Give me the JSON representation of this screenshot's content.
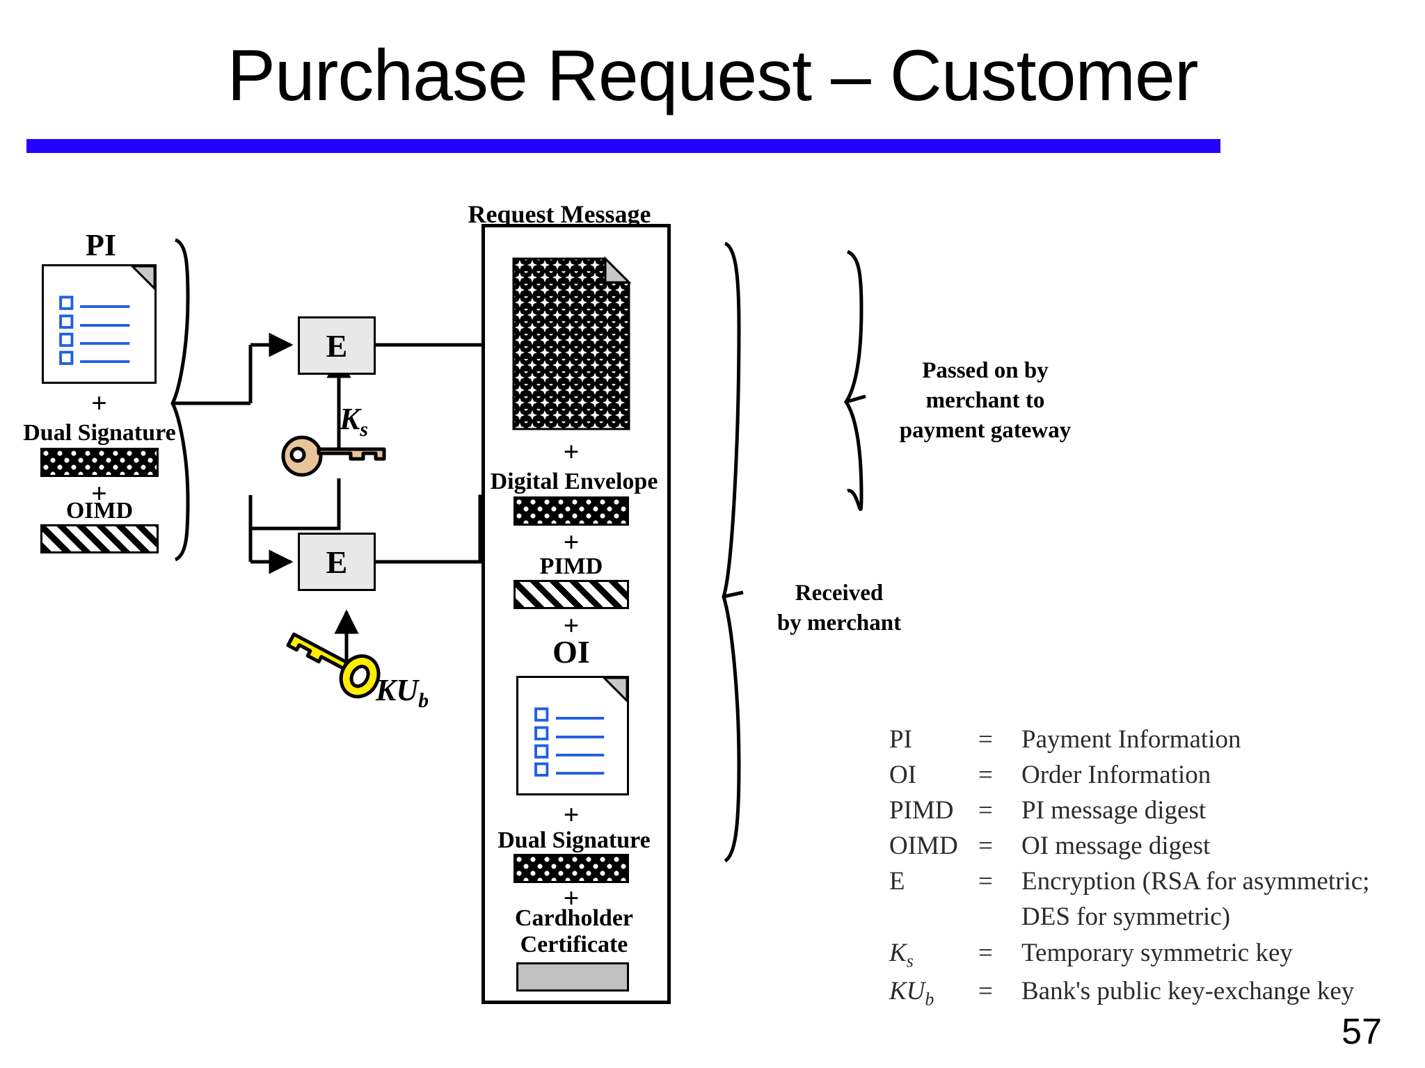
{
  "slide": {
    "title": "Purchase Request – Customer",
    "rule_color": "#2400ff",
    "page_number": "57"
  },
  "left_stack": {
    "doc_label": "PI",
    "plus_1": "+",
    "dual_signature_label": "Dual Signature",
    "plus_2": "+",
    "oimd_label": "OIMD"
  },
  "crypto": {
    "e_box_top_label": "E",
    "e_box_bottom_label": "E",
    "ks_label": "Ks",
    "ks_label_main": "K",
    "ks_label_sub": "s",
    "kub_label": "KUb",
    "kub_label_main": "KU",
    "kub_label_sub": "b",
    "ks_key_color": "#e8c49a",
    "kub_key_color": "#ffee00"
  },
  "request_message": {
    "title": "Request Message",
    "items": [
      {
        "name": "encrypted-pi-document",
        "label": "",
        "kind": "doc-crosshatch"
      },
      {
        "name": "plus",
        "label": "+",
        "kind": "plus"
      },
      {
        "name": "digital-envelope",
        "label": "Digital Envelope",
        "kind": "bar-crosshatch"
      },
      {
        "name": "plus",
        "label": "+",
        "kind": "plus"
      },
      {
        "name": "pimd",
        "label": "PIMD",
        "kind": "bar-diagonal"
      },
      {
        "name": "plus",
        "label": "+",
        "kind": "plus"
      },
      {
        "name": "oi-document",
        "label": "OI",
        "kind": "doc-plain"
      },
      {
        "name": "plus",
        "label": "+",
        "kind": "plus"
      },
      {
        "name": "dual-signature",
        "label": "Dual Signature",
        "kind": "bar-crosshatch"
      },
      {
        "name": "plus",
        "label": "+",
        "kind": "plus"
      },
      {
        "name": "cardholder-certificate",
        "label": "Cardholder\nCertificate",
        "kind": "bar-gray"
      }
    ]
  },
  "annotations": {
    "passed_on": "Passed on by\nmerchant to\npayment gateway",
    "received_by": "Received\nby merchant"
  },
  "legend": {
    "rows": [
      {
        "symbol": "PI",
        "eq": "=",
        "definition": "Payment Information",
        "italic": false
      },
      {
        "symbol": "OI",
        "eq": "=",
        "definition": "Order Information",
        "italic": false
      },
      {
        "symbol": "PIMD",
        "eq": "=",
        "definition": "PI message digest",
        "italic": false
      },
      {
        "symbol": "OIMD",
        "eq": "=",
        "definition": "OI message digest",
        "italic": false
      },
      {
        "symbol": "E",
        "eq": "=",
        "definition": "Encryption (RSA for asymmetric;",
        "italic": false
      },
      {
        "symbol": "",
        "eq": "",
        "definition": "DES for symmetric)",
        "italic": false
      },
      {
        "symbol": "Ks",
        "eq": "=",
        "definition": "Temporary symmetric key",
        "italic": true
      },
      {
        "symbol": "KUb",
        "eq": "=",
        "definition": "Bank's public key-exchange key",
        "italic": true
      }
    ]
  }
}
